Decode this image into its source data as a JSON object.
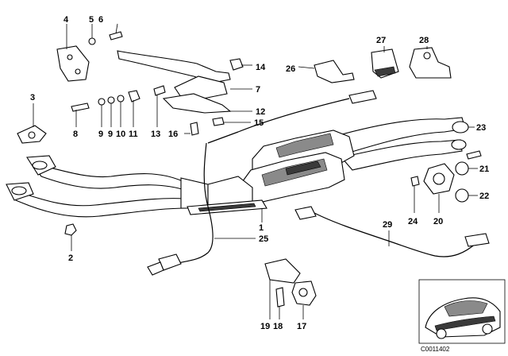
{
  "callouts": {
    "c1": "1",
    "c2": "2",
    "c3": "3",
    "c4": "4",
    "c5": "5",
    "c6": "6",
    "c7": "7",
    "c8": "8",
    "c9": "9",
    "c9b": "9",
    "c10": "10",
    "c11": "11",
    "c12": "12",
    "c13": "13",
    "c14": "14",
    "c15": "15",
    "c16": "16",
    "c17": "17",
    "c18": "18",
    "c19": "19",
    "c20": "20",
    "c21": "21",
    "c22": "22",
    "c23": "23",
    "c24": "24",
    "c25": "25",
    "c26": "26",
    "c27": "27",
    "c28": "28",
    "c29": "29"
  },
  "diagram_code": "C0011402"
}
